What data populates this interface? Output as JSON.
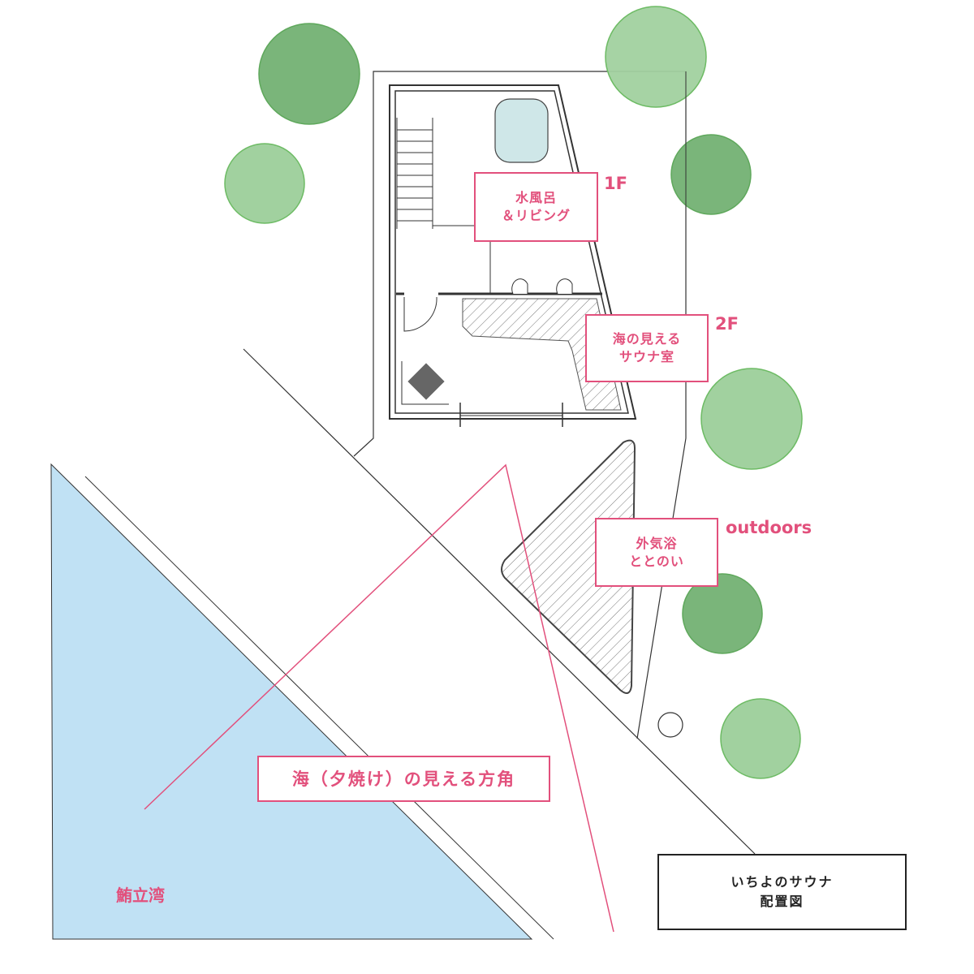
{
  "labels": {
    "floor1": {
      "tag": "1F",
      "line1": "水風呂",
      "line2": "＆リビング"
    },
    "floor2": {
      "tag": "2F",
      "line1": "海の見える",
      "line2": "サウナ室"
    },
    "outdoors": {
      "tag": "outdoors",
      "line1": "外気浴",
      "line2": "ととのい"
    },
    "view_direction": "海（夕焼け）の見える方角",
    "bay": "鮪立湾"
  },
  "title": {
    "line1": "いちよのサウナ",
    "line2": "配置図"
  },
  "colors": {
    "accent": "#e2507c",
    "sea": "#c0e1f4",
    "tree_dark": "#7ab57a",
    "tree_light": "#a1d19f",
    "water": "#cfe7e8"
  }
}
